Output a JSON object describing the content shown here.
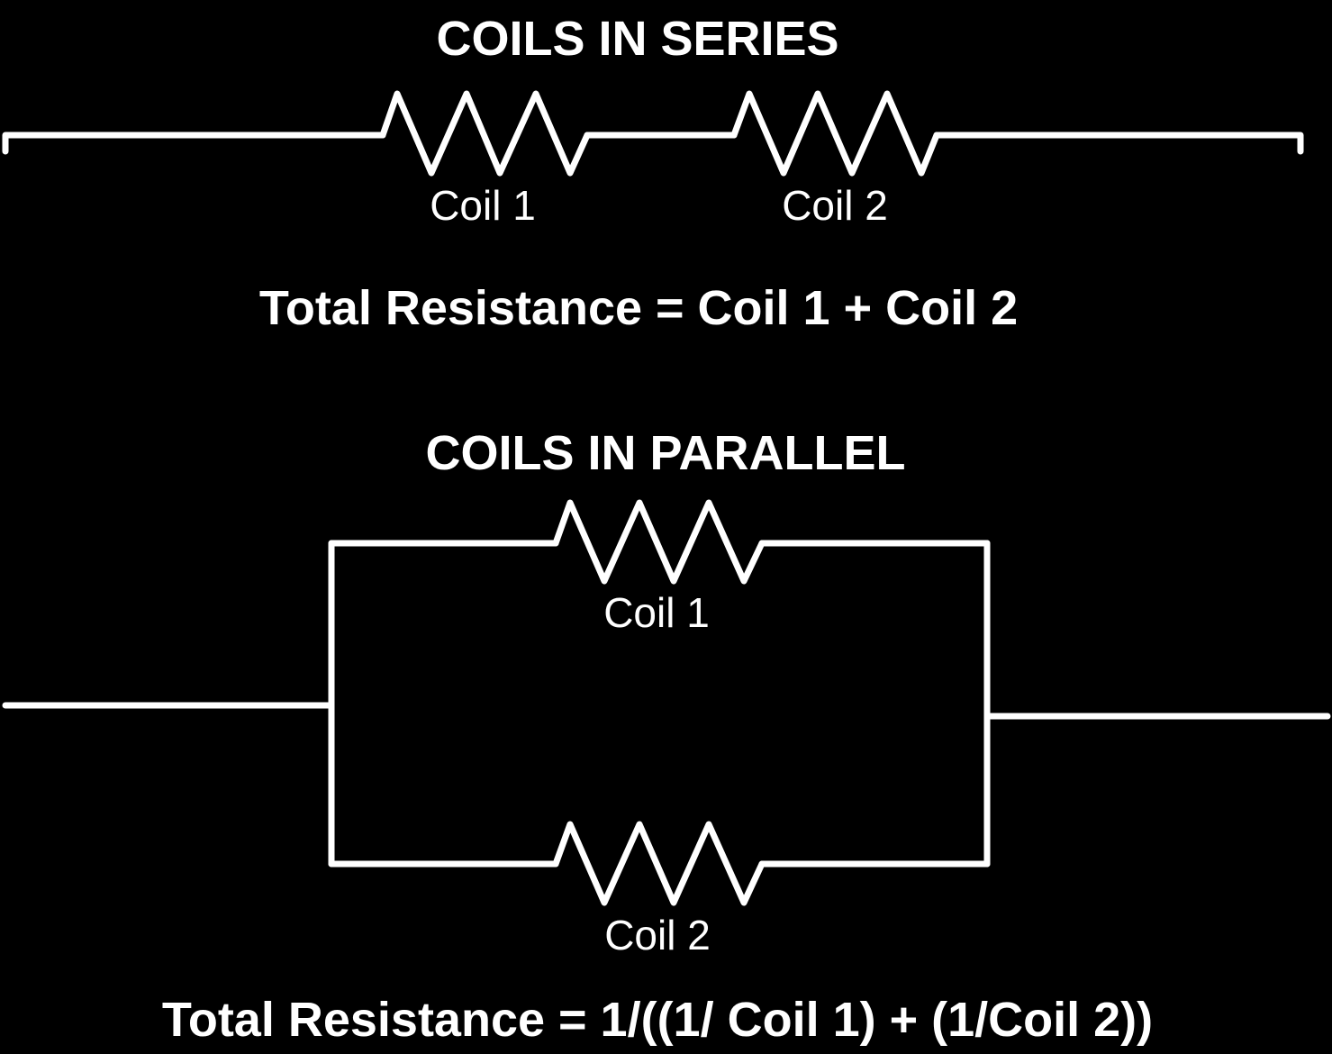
{
  "colors": {
    "background": "#000000",
    "foreground": "#ffffff"
  },
  "series": {
    "heading": "COILS IN SERIES",
    "coil1_label": "Coil 1",
    "coil2_label": "Coil 2",
    "formula": "Total Resistance = Coil 1 + Coil 2"
  },
  "parallel": {
    "heading": "COILS IN PARALLEL",
    "coil1_label": "Coil 1",
    "coil2_label": "Coil 2",
    "formula": "Total Resistance = 1/((1/ Coil 1) + (1/Coil 2))"
  }
}
